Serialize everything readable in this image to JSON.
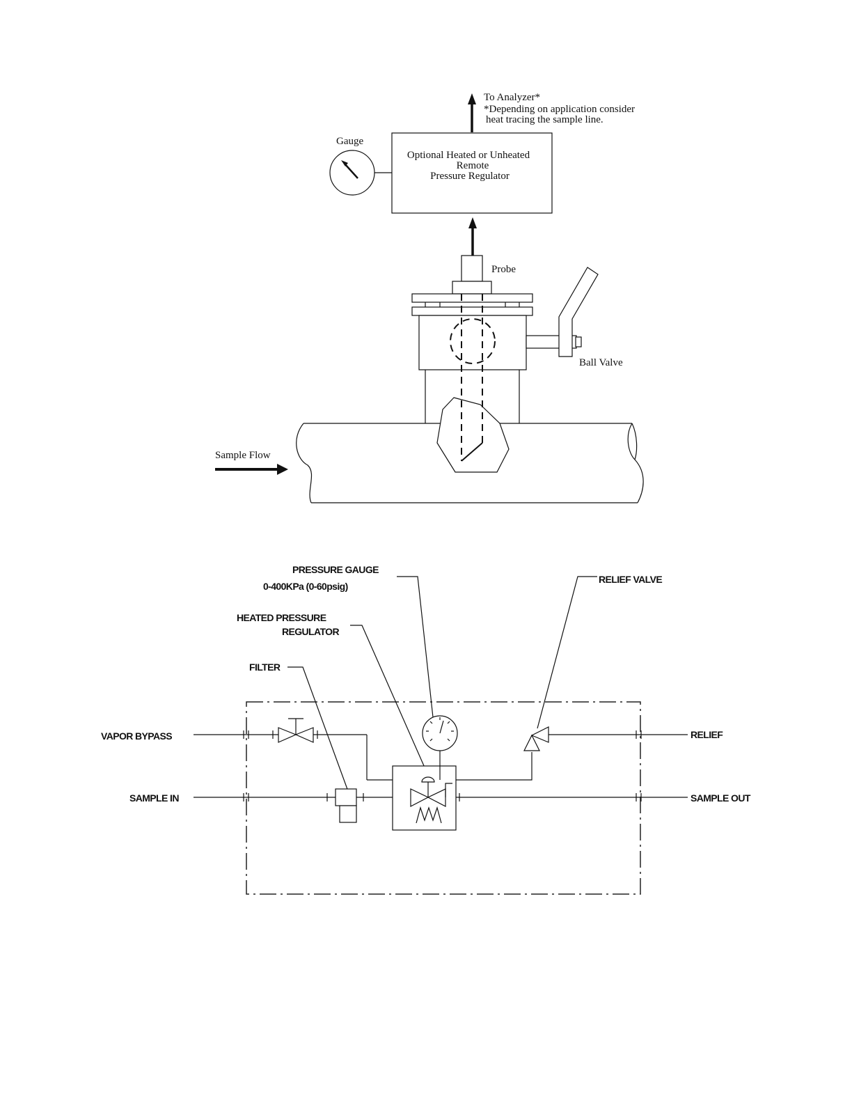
{
  "top_diagram": {
    "to_analyzer": "To Analyzer*",
    "note_line1": "*Depending on application consider",
    "note_line2": "heat tracing the sample line.",
    "gauge_label": "Gauge",
    "regulator_line1": "Optional Heated or Unheated",
    "regulator_line2": "Remote",
    "regulator_line3": "Pressure Regulator",
    "probe_label": "Probe",
    "ball_valve_label": "Ball Valve",
    "sample_flow_label": "Sample Flow"
  },
  "bottom_diagram": {
    "pressure_gauge_line1": "PRESSURE GAUGE",
    "pressure_gauge_line2": "0-400KPa (0-60psig)",
    "relief_valve_label": "RELIEF VALVE",
    "heated_regulator_line1": "HEATED PRESSURE",
    "heated_regulator_line2": "REGULATOR",
    "filter_label": "FILTER",
    "vapor_bypass_label": "VAPOR BYPASS",
    "relief_label": "RELIEF",
    "sample_in_label": "SAMPLE IN",
    "sample_out_label": "SAMPLE OUT"
  }
}
